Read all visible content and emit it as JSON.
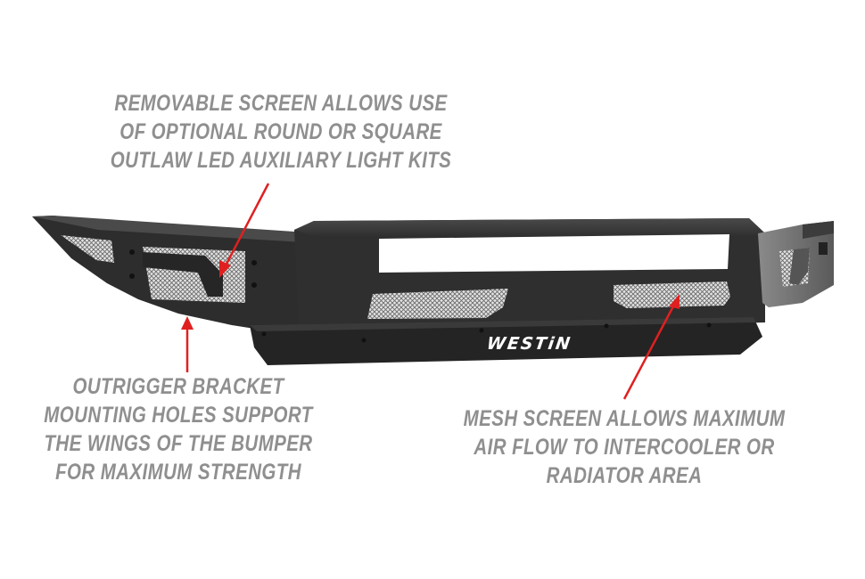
{
  "image": {
    "subject": "front bumper product diagram",
    "background_color": "#ffffff",
    "bumper_color": "#2a2a2a",
    "mesh_color": "#d8d8d8",
    "arrow_color": "#e02020",
    "text_color": "#8f8f8f"
  },
  "brand_logo": {
    "text": "WESTiN"
  },
  "callouts": {
    "top": {
      "lines": [
        "REMOVABLE SCREEN ALLOWS USE",
        "OF OPTIONAL ROUND OR SQUARE",
        "OUTLAW LED AUXILIARY LIGHT KITS"
      ]
    },
    "left": {
      "lines": [
        "OUTRIGGER BRACKET",
        "MOUNTING HOLES SUPPORT",
        "THE WINGS OF THE BUMPER",
        "FOR MAXIMUM STRENGTH"
      ]
    },
    "right": {
      "lines": [
        "MESH SCREEN ALLOWS MAXIMUM",
        "AIR FLOW TO INTERCOOLER OR",
        "RADIATOR AREA"
      ]
    }
  }
}
